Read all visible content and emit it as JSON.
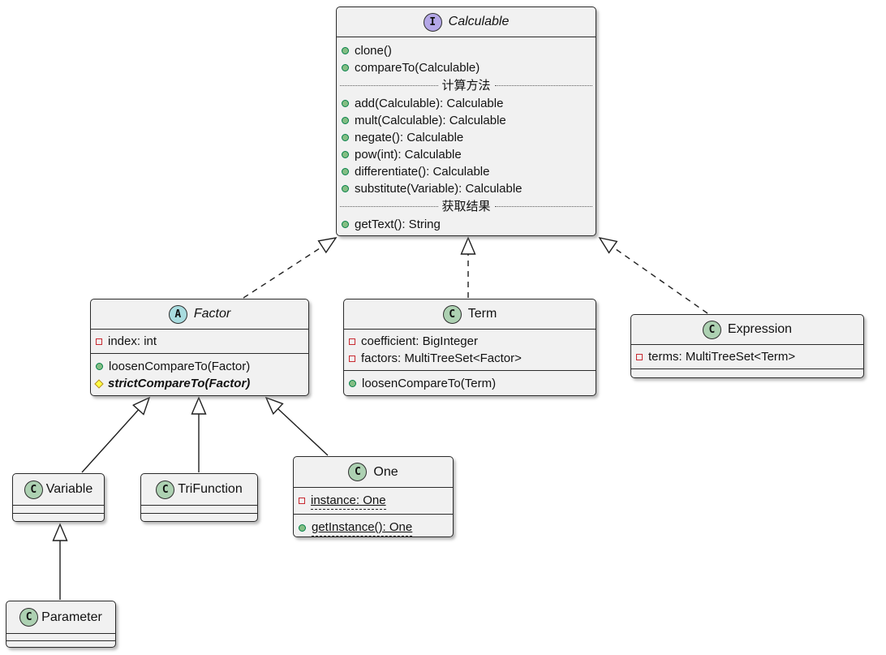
{
  "diagram": {
    "kind": "uml-class-diagram",
    "language": "PlantUML-style"
  },
  "colors": {
    "box_fill": "#F1F1F1",
    "box_border": "#2B2B2B",
    "interface_badge_fill": "#B4A7E7",
    "abstract_badge_fill": "#A9DCDF",
    "class_badge_fill": "#ADD1B2",
    "public_icon_fill": "#84BE84",
    "public_icon_border": "#038048",
    "private_icon_border": "#C82930",
    "protected_icon_fill": "#FFFF44",
    "protected_icon_border": "#B38D22"
  },
  "classes": {
    "calculable": {
      "badge": "I",
      "stereotype": "interface",
      "name": "Calculable",
      "methods_top": [
        "clone()",
        "compareTo(Calculable)"
      ],
      "separator1": "计算方法",
      "methods_calc": [
        "add(Calculable): Calculable",
        "mult(Calculable): Calculable",
        "negate(): Calculable",
        "pow(int): Calculable",
        "differentiate(): Calculable",
        "substitute(Variable): Calculable"
      ],
      "separator2": "获取结果",
      "methods_result": [
        "getText(): String"
      ]
    },
    "factor": {
      "badge": "A",
      "stereotype": "abstract",
      "name": "Factor",
      "fields": [
        "index: int"
      ],
      "methods": [
        "loosenCompareTo(Factor)",
        "strictCompareTo(Factor)"
      ]
    },
    "term": {
      "badge": "C",
      "stereotype": "class",
      "name": "Term",
      "fields": [
        "coefficient: BigInteger",
        "factors: MultiTreeSet<Factor>"
      ],
      "methods": [
        "loosenCompareTo(Term)"
      ]
    },
    "expression": {
      "badge": "C",
      "stereotype": "class",
      "name": "Expression",
      "fields": [
        "terms: MultiTreeSet<Term>"
      ]
    },
    "variable": {
      "badge": "C",
      "stereotype": "class",
      "name": "Variable"
    },
    "trifunction": {
      "badge": "C",
      "stereotype": "class",
      "name": "TriFunction"
    },
    "one": {
      "badge": "C",
      "stereotype": "class",
      "name": "One",
      "fields": [
        "instance: One"
      ],
      "methods": [
        "getInstance(): One"
      ]
    },
    "parameter": {
      "badge": "C",
      "stereotype": "class",
      "name": "Parameter"
    }
  },
  "relations": [
    {
      "from": "Factor",
      "to": "Calculable",
      "type": "realization-dashed-hollow-triangle"
    },
    {
      "from": "Term",
      "to": "Calculable",
      "type": "realization-dashed-hollow-triangle"
    },
    {
      "from": "Expression",
      "to": "Calculable",
      "type": "realization-dashed-hollow-triangle"
    },
    {
      "from": "Variable",
      "to": "Factor",
      "type": "extension-solid-hollow-triangle"
    },
    {
      "from": "TriFunction",
      "to": "Factor",
      "type": "extension-solid-hollow-triangle"
    },
    {
      "from": "One",
      "to": "Factor",
      "type": "extension-solid-hollow-triangle"
    },
    {
      "from": "Parameter",
      "to": "Variable",
      "type": "extension-solid-hollow-triangle"
    }
  ]
}
